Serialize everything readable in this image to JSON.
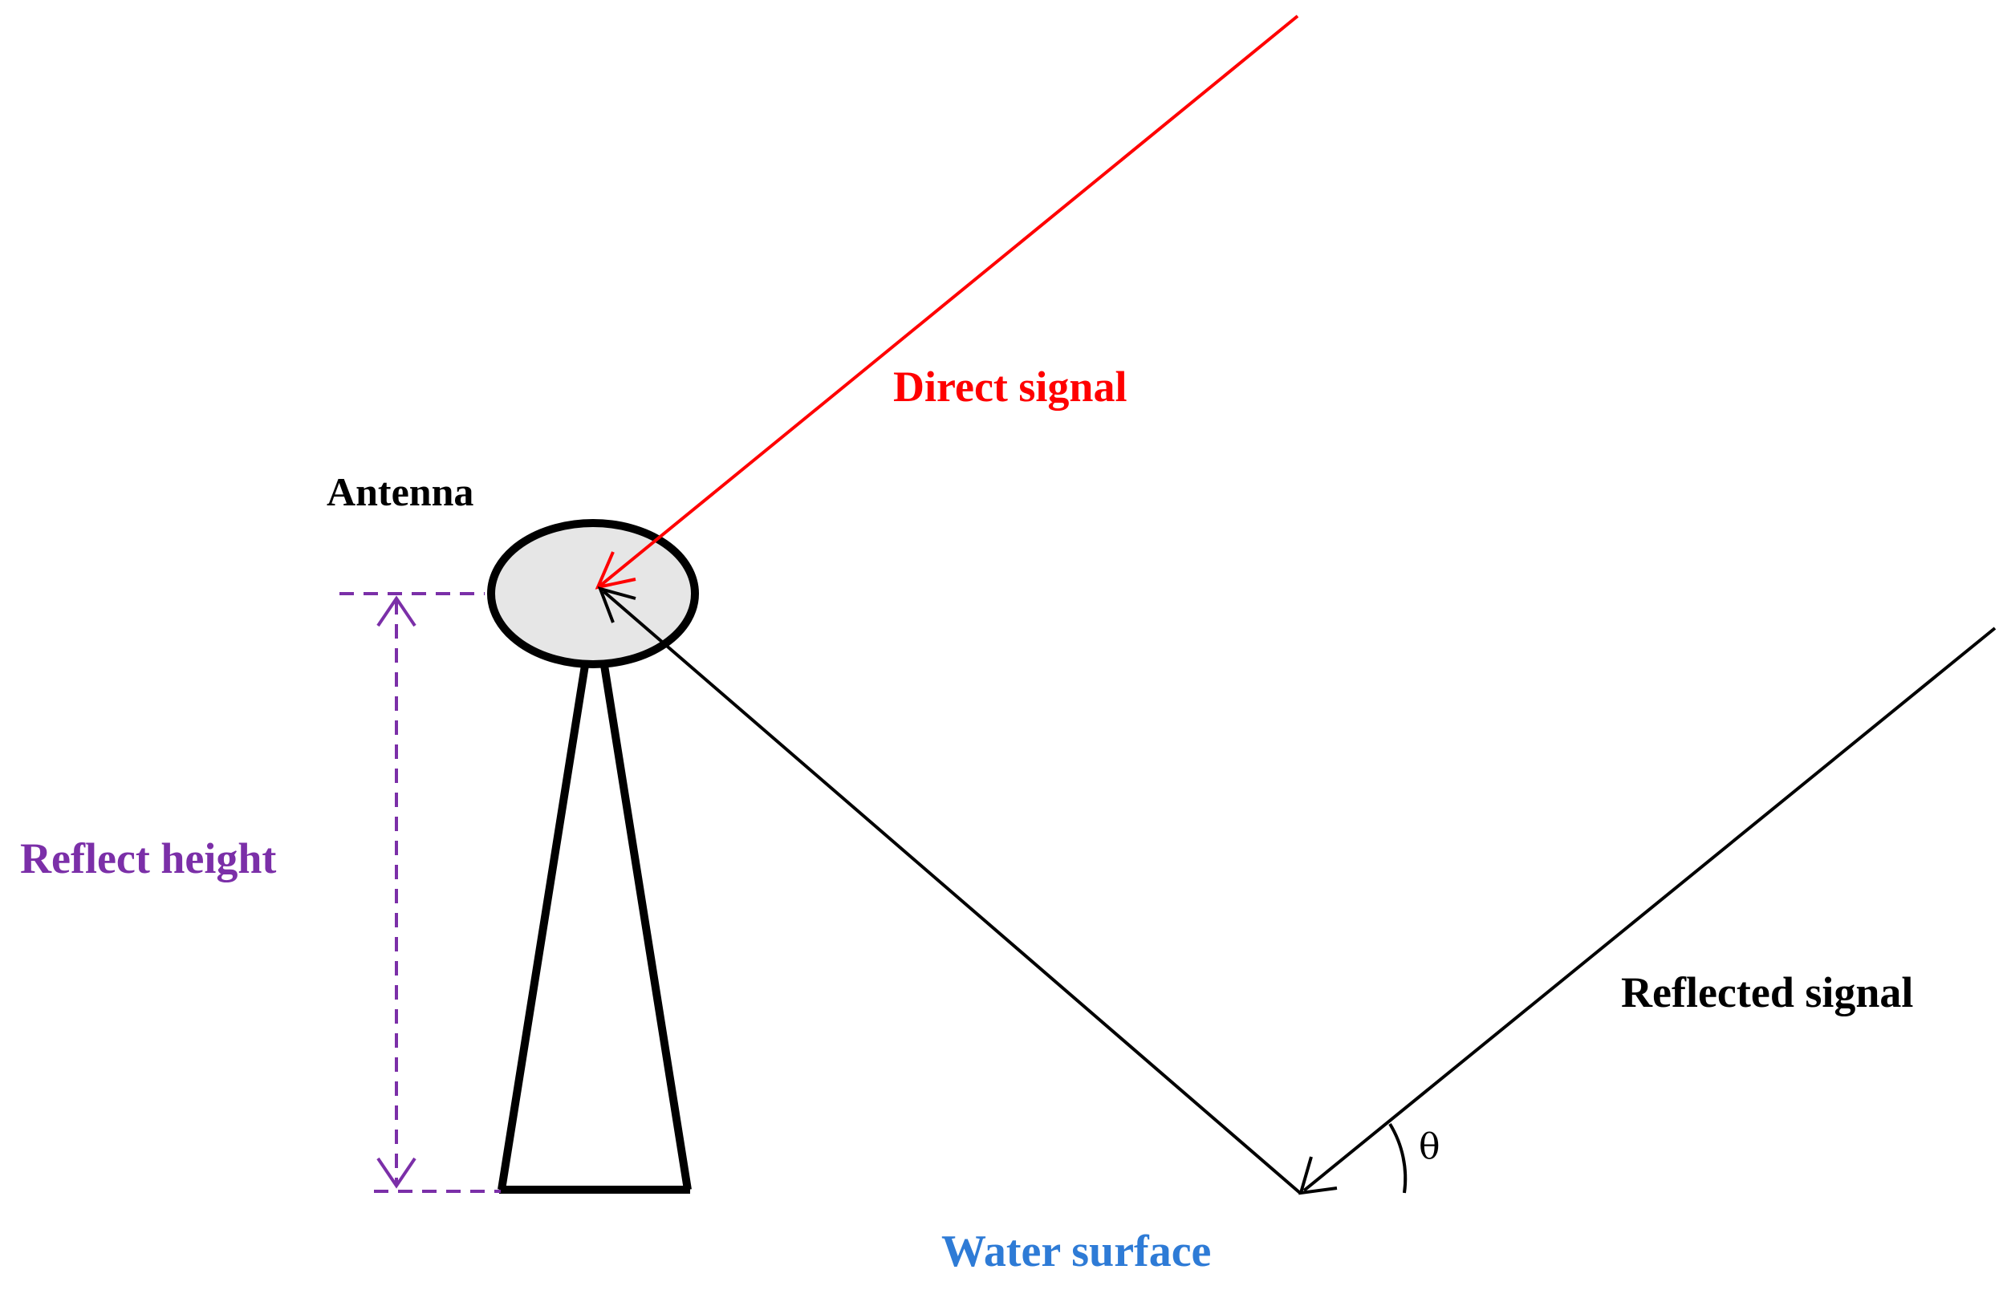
{
  "labels": {
    "direct_signal": "Direct signal",
    "antenna": "Antenna",
    "reflect_height": "Reflect height",
    "reflected_signal": "Reflected signal",
    "angle": "θ",
    "water_surface": "Water surface"
  },
  "colors": {
    "direct_signal": "#ff0000",
    "reflect_height": "#7b2fa8",
    "water_surface": "#2e7bd6",
    "reflected_signal": "#000000",
    "antenna_fill": "#e6e6e6",
    "outline": "#000000"
  }
}
